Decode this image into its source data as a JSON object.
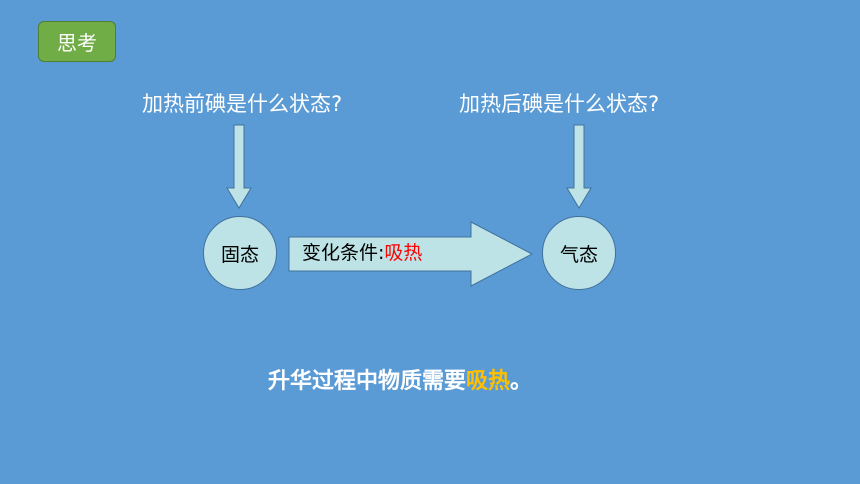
{
  "badge": {
    "label": "思考"
  },
  "questions": {
    "before": "加热前碘是什么状态?",
    "after": "加热后碘是什么状态?"
  },
  "states": {
    "solid": "固态",
    "gas": "气态"
  },
  "condition": {
    "prefix": "变化条件:",
    "value": "吸热"
  },
  "conclusion": {
    "prefix": "升华过程中物质需要",
    "highlight": "吸热",
    "suffix": "。"
  },
  "colors": {
    "background": "#5b9bd5",
    "badge": "#70ad47",
    "shape_fill": "#bde3e6",
    "shape_border": "#41719c",
    "condition_highlight": "#ff0000",
    "conclusion_highlight": "#ffc000"
  }
}
